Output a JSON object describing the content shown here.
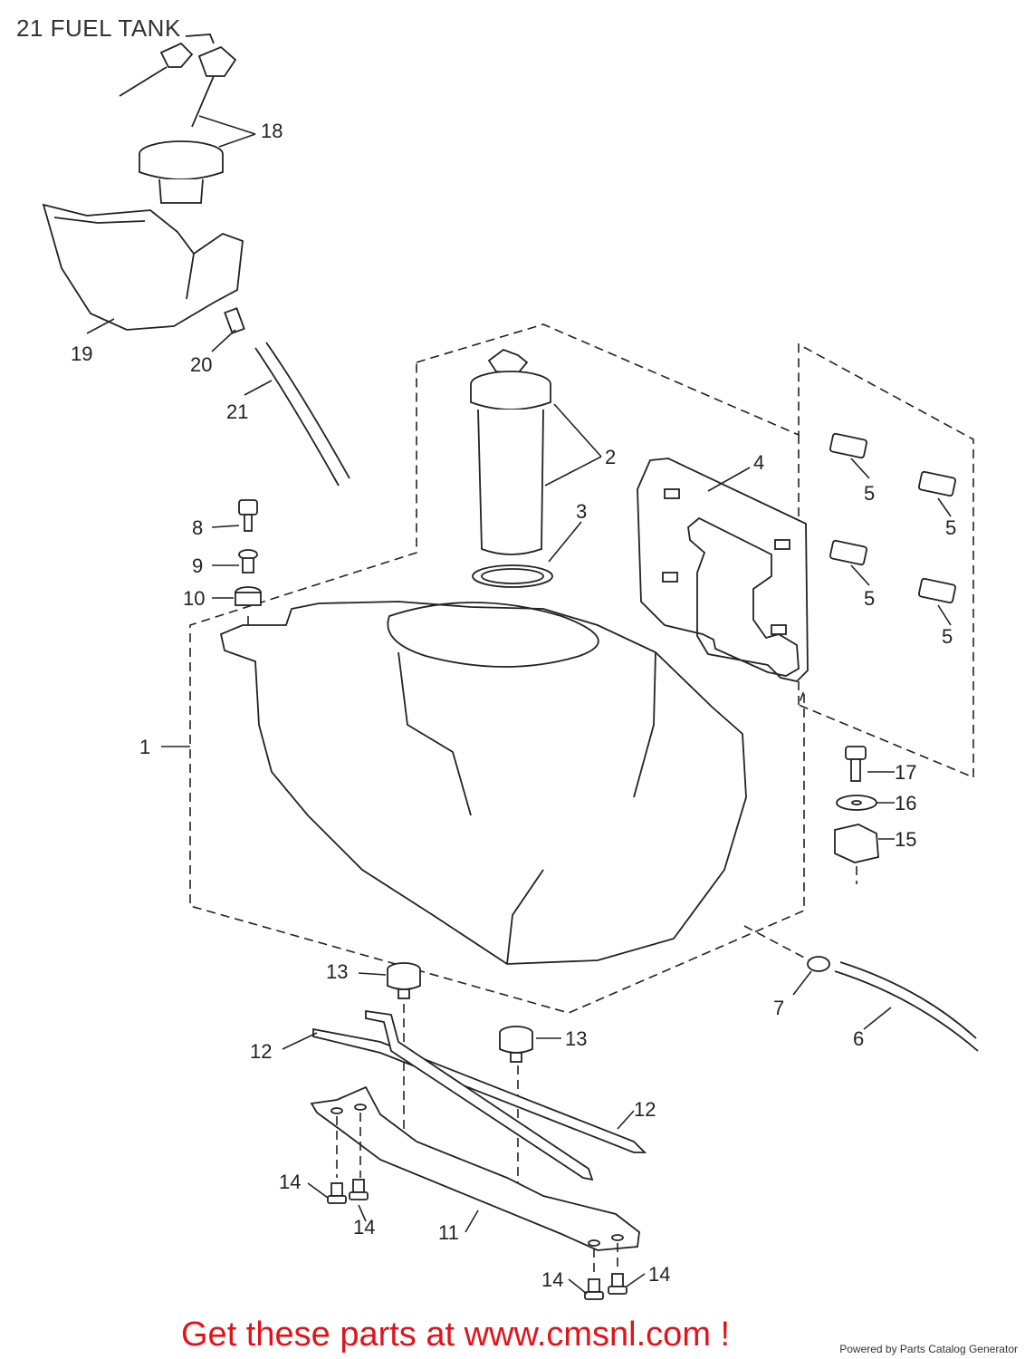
{
  "title": "21 FUEL TANK",
  "callouts": [
    {
      "id": "c18",
      "text": "18"
    },
    {
      "id": "c19",
      "text": "19"
    },
    {
      "id": "c20",
      "text": "20"
    },
    {
      "id": "c21",
      "text": "21"
    },
    {
      "id": "c2",
      "text": "2"
    },
    {
      "id": "c3",
      "text": "3"
    },
    {
      "id": "c4",
      "text": "4"
    },
    {
      "id": "c5a",
      "text": "5"
    },
    {
      "id": "c5b",
      "text": "5"
    },
    {
      "id": "c5c",
      "text": "5"
    },
    {
      "id": "c5d",
      "text": "5"
    },
    {
      "id": "c8",
      "text": "8"
    },
    {
      "id": "c9",
      "text": "9"
    },
    {
      "id": "c10",
      "text": "10"
    },
    {
      "id": "c1",
      "text": "1"
    },
    {
      "id": "c17",
      "text": "17"
    },
    {
      "id": "c16",
      "text": "16"
    },
    {
      "id": "c15",
      "text": "15"
    },
    {
      "id": "c13a",
      "text": "13"
    },
    {
      "id": "c13b",
      "text": "13"
    },
    {
      "id": "c12a",
      "text": "12"
    },
    {
      "id": "c12b",
      "text": "12"
    },
    {
      "id": "c7",
      "text": "7"
    },
    {
      "id": "c6",
      "text": "6"
    },
    {
      "id": "c14a",
      "text": "14"
    },
    {
      "id": "c14b",
      "text": "14"
    },
    {
      "id": "c14c",
      "text": "14"
    },
    {
      "id": "c14d",
      "text": "14"
    },
    {
      "id": "c11",
      "text": "11"
    }
  ],
  "footer": {
    "cta": "Get these parts at www.cmsnl.com !",
    "credit": "Powered by Parts Catalog Generator"
  }
}
